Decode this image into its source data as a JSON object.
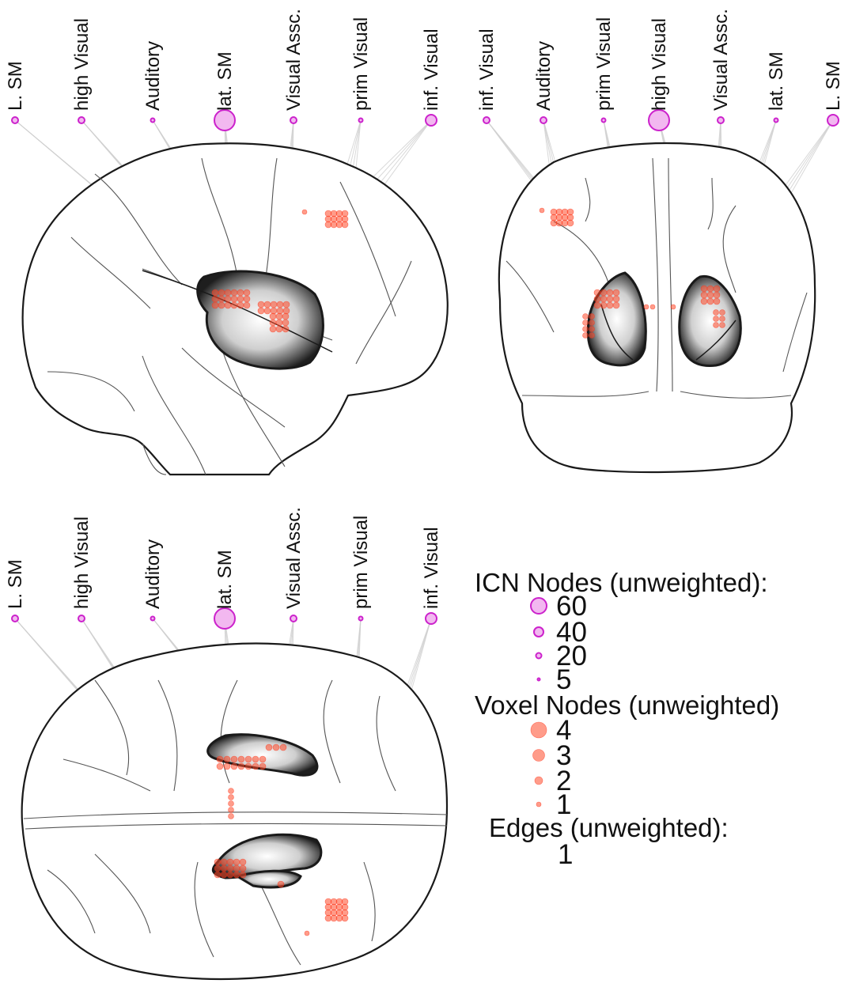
{
  "panels": {
    "sagittal": {
      "labels": [
        "L. SM",
        "high Visual",
        "Auditory",
        "lat. SM",
        "Visual Assc.",
        "prim Visual",
        "inf. Visual"
      ]
    },
    "coronal": {
      "labels": [
        "inf. Visual",
        "Auditory",
        "prim Visual",
        "high Visual",
        "Visual Assc.",
        "lat. SM",
        "L. SM"
      ]
    },
    "axial": {
      "labels": [
        "L. SM",
        "high Visual",
        "Auditory",
        "lat. SM",
        "Visual Assc.",
        "prim Visual",
        "inf. Visual"
      ]
    }
  },
  "icn_node_sizes": [
    2,
    2,
    1,
    8,
    2,
    1,
    4
  ],
  "legend": {
    "icn_title": "ICN Nodes (unweighted):",
    "icn_values": [
      "60",
      "40",
      "20",
      "5"
    ],
    "voxel_title": "Voxel Nodes (unweighted)",
    "voxel_values": [
      "4",
      "3",
      "2",
      "1"
    ],
    "edges_title": "Edges (unweighted):",
    "edges_values": [
      "1"
    ]
  },
  "colors": {
    "icn_node_fill": "#f2b8f0",
    "icn_node_stroke": "#cc22cc",
    "voxel_node": "#ff4a2a",
    "edge": "#cfcfcf"
  }
}
